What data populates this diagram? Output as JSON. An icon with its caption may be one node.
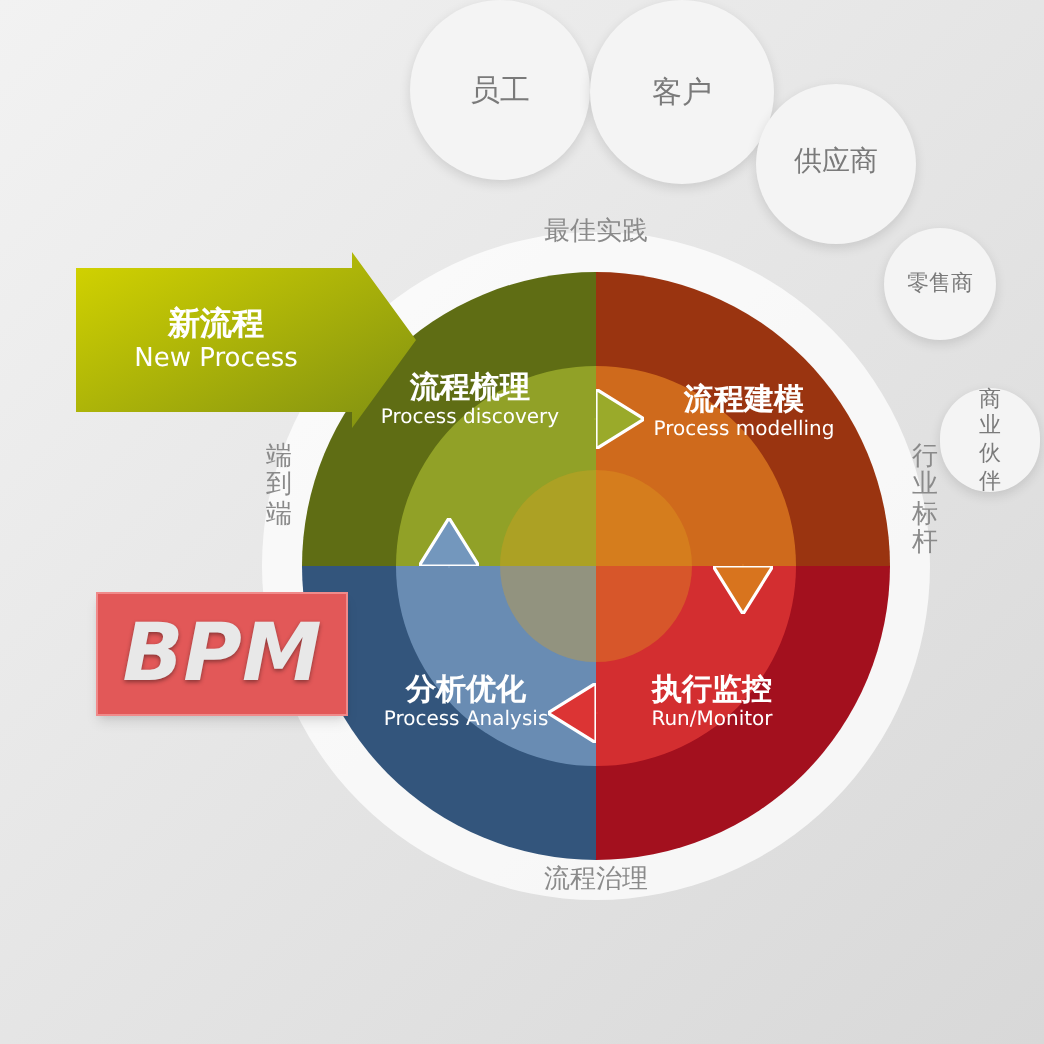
{
  "diagram": {
    "nodes": [
      {
        "text": [
          "员工"
        ]
      },
      {
        "text": [
          "客户"
        ]
      },
      {
        "text": [
          "供应商"
        ]
      },
      {
        "text": [
          "零售商"
        ]
      },
      {
        "text": [
          "商业伙伴"
        ]
      },
      {
        "text": [
          "新流程",
          "New Process"
        ]
      },
      {
        "text": [
          "流程梳理",
          "Process discovery"
        ]
      },
      {
        "text": [
          "流程建模",
          "Process modelling"
        ]
      },
      {
        "text": [
          "执行监控",
          "Run/Monitor"
        ]
      },
      {
        "text": [
          "分析优化",
          "Process Analysis"
        ]
      },
      {
        "text": [
          "BPM"
        ]
      }
    ],
    "edges": [
      {
        "from": 6,
        "to": 7,
        "arrow": "to",
        "color": "#9aaa2a"
      },
      {
        "from": 7,
        "to": 8,
        "arrow": "to",
        "color": "#d8741e"
      },
      {
        "from": 8,
        "to": 9,
        "arrow": "to",
        "color": "#dc3434"
      },
      {
        "from": 9,
        "to": 6,
        "arrow": "to",
        "color": "#7397bd"
      }
    ],
    "labels": [
      "最佳实践",
      "端到端",
      "行业标杆",
      "流程治理"
    ]
  }
}
